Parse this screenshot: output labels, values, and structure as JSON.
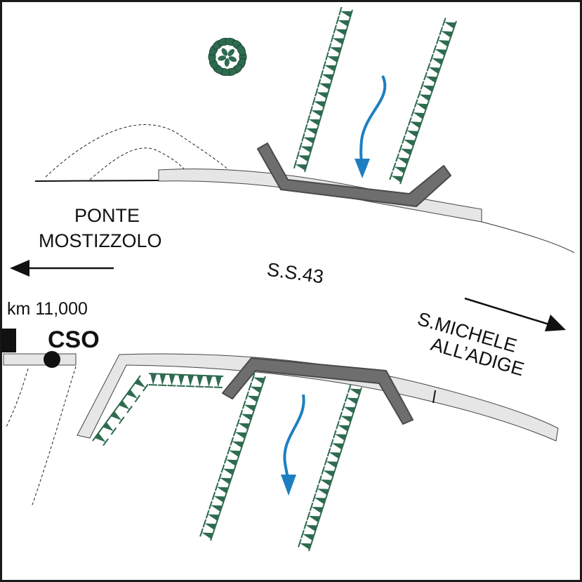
{
  "map": {
    "labels": {
      "ponte_line1": "PONTE",
      "ponte_line2": "MOSTIZZOLO",
      "road": "S.S.43",
      "km": "km 11,000",
      "cso": "CSO",
      "smichele_line1": "S.MICHELE",
      "smichele_line2": "ALL’ADIGE"
    },
    "colors": {
      "background": "#ffffff",
      "frame": "#1a1a1a",
      "road_edge": "#1a1a1a",
      "shoulder_fill": "#e6e6e6",
      "bridge_fill": "#6e6e6e",
      "bridge_stroke": "#4a4a4a",
      "vegetation": "#2e6b4f",
      "water_arrow": "#1e7fc0",
      "direction_arrow": "#111111"
    }
  }
}
